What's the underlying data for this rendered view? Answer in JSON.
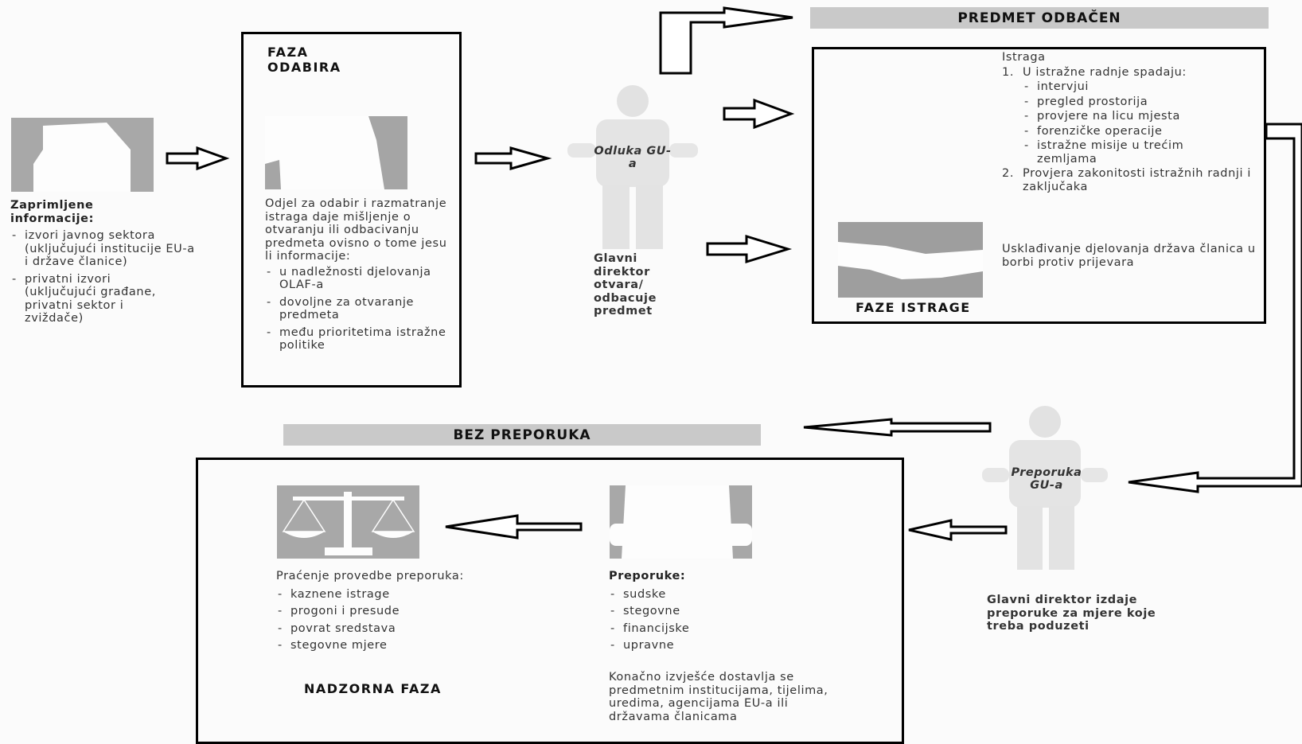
{
  "bands": {
    "dismissed": "PREDMET ODBAČEN",
    "no_recommendations": "BEZ PREPORUKA"
  },
  "received": {
    "title": "Zaprimljene informacije:",
    "sources": [
      "izvori javnog sektora (uključujući institucije EU-a i države članice)",
      "privatni izvori (uključujući građane, privatni sektor i zviždače)"
    ]
  },
  "selection": {
    "heading": "FAZA ODABIRA",
    "intro": "Odjel za odabir i razmatranje istraga daje mišljenje o otvaranju ili odbacivanju predmeta ovisno o tome jesu li informacije:",
    "criteria": [
      "u nadležnosti djelovanja OLAF-a",
      "dovoljne za otvaranje predmeta",
      "među prioritetima istražne politike"
    ]
  },
  "decision": {
    "figure_label": "Odluka GU-a",
    "caption": "Glavni direktor otvara/ odbacuje predmet"
  },
  "investigation": {
    "title": "Istraga",
    "item1": "U istražne radnje spadaju:",
    "actions": [
      "intervjui",
      "pregled prostorija",
      "provjere na licu mjesta",
      "forenzičke operacije",
      "istražne misije u trećim zemljama"
    ],
    "item2": "Provjera zakonitosti istražnih radnji i zaključaka",
    "coordination": "Usklađivanje djelovanja država članica u borbi protiv prijevara",
    "heading": "FAZE ISTRAGE"
  },
  "recommendation_figure": {
    "figure_label": "Preporuka GU-a",
    "caption": "Glavni direktor izdaje preporuke za mjere koje treba poduzeti"
  },
  "recommendations": {
    "title": "Preporuke:",
    "items": [
      "sudske",
      "stegovne",
      "financijske",
      "upravne"
    ],
    "final_report": "Konačno izvješće dostavlja se predmetnim institucijama, tijelima, uredima, agencijama EU-a ili državama članicama"
  },
  "monitoring": {
    "title": "Praćenje provedbe preporuka:",
    "items": [
      "kaznene istrage",
      "progoni i presude",
      "povrat sredstava",
      "stegovne mjere"
    ],
    "heading": "NADZORNA FAZA"
  }
}
